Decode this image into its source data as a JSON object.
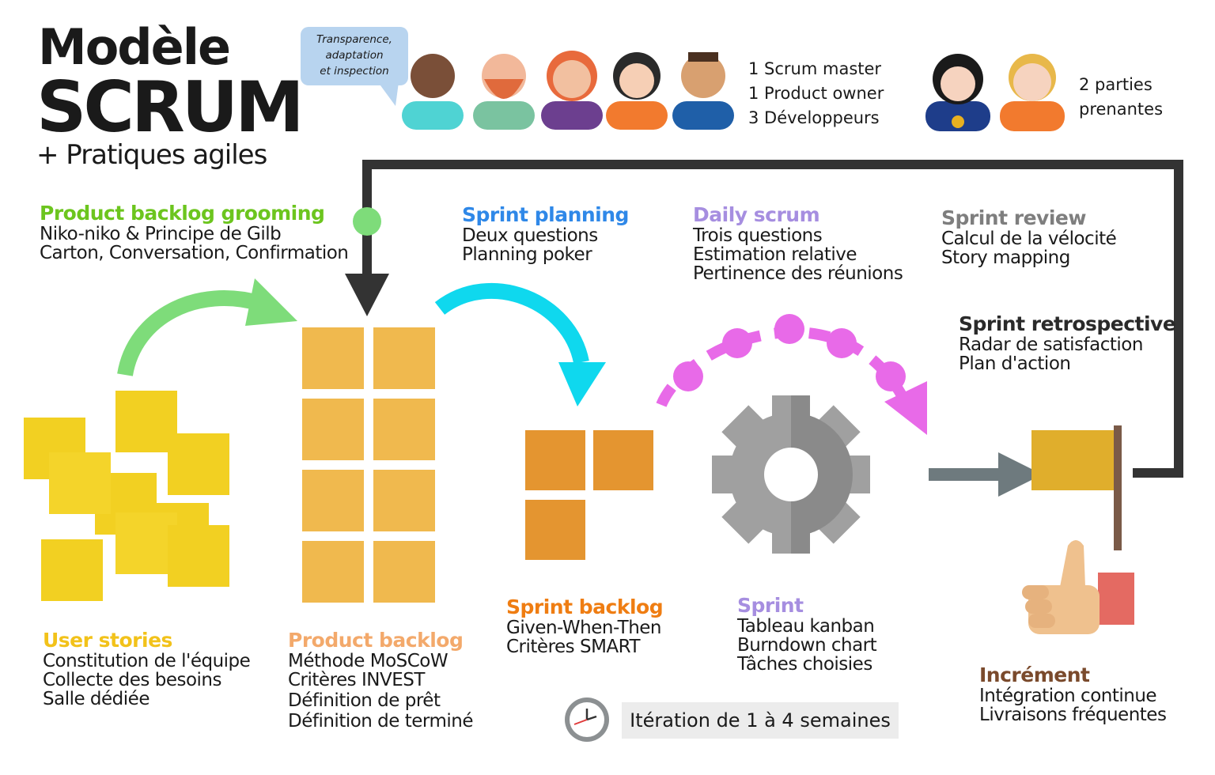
{
  "title": {
    "line1": "Modèle",
    "line2": "SCRUM",
    "line3": "+ Pratiques agiles"
  },
  "bubble": {
    "line1": "Transparence,",
    "line2": "adaptation",
    "line3": "et inspection"
  },
  "team": {
    "lines": [
      "1 Scrum master",
      "1 Product owner",
      "3 Développeurs"
    ]
  },
  "stakeholders": {
    "lines": [
      "2 parties",
      "prenantes"
    ]
  },
  "sections": {
    "grooming": {
      "title": "Product backlog grooming",
      "lines": [
        "Niko-niko & Principe de Gilb",
        "Carton, Conversation, Confirmation"
      ],
      "color": "#6cc51e"
    },
    "sprint_planning": {
      "title": "Sprint planning",
      "lines": [
        "Deux questions",
        "Planning poker"
      ],
      "color": "#2f88e8"
    },
    "daily_scrum": {
      "title": "Daily scrum",
      "lines": [
        "Trois questions",
        "Estimation relative",
        "Pertinence des réunions"
      ],
      "color": "#a68ee0"
    },
    "sprint_review": {
      "title": "Sprint review",
      "lines": [
        "Calcul de la vélocité",
        "Story mapping"
      ],
      "color": "#7e7e7e"
    },
    "sprint_retro": {
      "title": "Sprint retrospective",
      "lines": [
        "Radar de satisfaction",
        "Plan d'action"
      ],
      "color": "#2a2a2a"
    },
    "user_stories": {
      "title": "User stories",
      "lines": [
        "Constitution de l'équipe",
        "Collecte des besoins",
        "Salle dédiée"
      ],
      "color": "#f2c21a"
    },
    "product_backlog": {
      "title": "Product backlog",
      "lines": [
        "Méthode MoSCoW",
        "Critères INVEST",
        "Définition de prêt",
        "Définition de terminé"
      ],
      "color": "#f3a96b"
    },
    "sprint_backlog": {
      "title": "Sprint backlog",
      "lines": [
        "Given-When-Then",
        "Critères SMART"
      ],
      "color": "#ef7d12"
    },
    "sprint": {
      "title": "Sprint",
      "lines": [
        "Tableau kanban",
        "Burndown chart",
        "Tâches choisies"
      ],
      "color": "#a68ee0"
    },
    "increment": {
      "title": "Incrément",
      "lines": [
        "Intégration continue",
        "Livraisons fréquentes"
      ],
      "color": "#7a4a2c"
    }
  },
  "iteration": {
    "label": "Itération de 1 à 4 semaines"
  },
  "icons": [
    "clock-icon",
    "gear-icon",
    "thumbs-up-icon",
    "flag-icon",
    "sticky-note-icon"
  ],
  "colors": {
    "arrow_green": "#7edc7a",
    "arrow_cyan": "#0fd8ee",
    "arrow_magenta": "#e86ae8",
    "arrow_dark": "#333333",
    "arrow_gray": "#6e7a7e"
  }
}
